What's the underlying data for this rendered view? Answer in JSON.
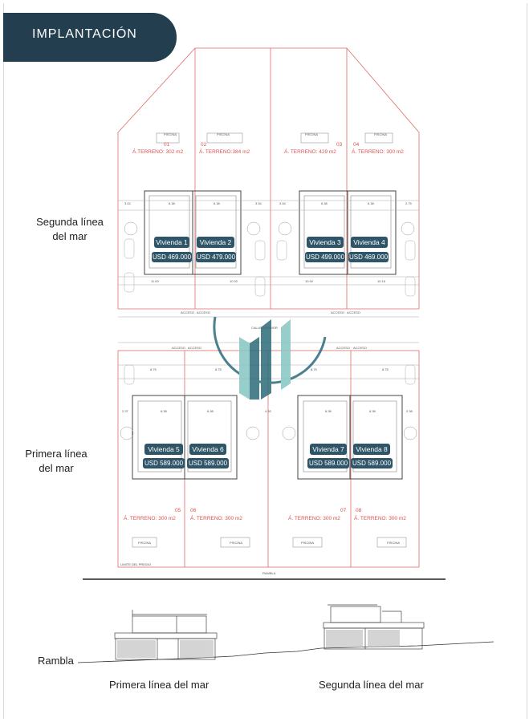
{
  "header": {
    "title": "IMPLANTACIÓN",
    "color": "#223e4f"
  },
  "rows": {
    "second": {
      "label_l1": "Segunda línea",
      "label_l2": "del mar"
    },
    "first": {
      "label_l1": "Primera línea",
      "label_l2": "del mar"
    }
  },
  "houses": [
    {
      "name": "Vivienda 1",
      "price": "USD 469.000",
      "lot_num": "01",
      "area": "Á.TERRENO: 302 m2"
    },
    {
      "name": "Vivienda 2",
      "price": "USD 479.000",
      "lot_num": "02",
      "area": "Á. TERRENO:384 m2"
    },
    {
      "name": "Vivienda 3",
      "price": "USD 499.000",
      "lot_num": "03",
      "area": "Á. TERRENO: 429 m2"
    },
    {
      "name": "Vivienda 4",
      "price": "USD 469.000",
      "lot_num": "04",
      "area": "Á. TERRENO: 300 m2"
    },
    {
      "name": "Vivienda 5",
      "price": "USD 589.000",
      "lot_num": "05",
      "area": "Á. TERRENO: 300 m2"
    },
    {
      "name": "Vivienda 6",
      "price": "USD 589.000",
      "lot_num": "06",
      "area": "Á. TERRENO: 300 m2"
    },
    {
      "name": "Vivienda 7",
      "price": "USD 589.000",
      "lot_num": "07",
      "area": "Á. TERRENO: 300 m2"
    },
    {
      "name": "Vivienda 8",
      "price": "USD 589.000",
      "lot_num": "08",
      "area": "Á. TERRENO: 300 m2"
    }
  ],
  "plan_labels": {
    "piscina": "PISCINA",
    "acceso": "ACCESO",
    "calle": "CALLE INTERIOR",
    "rambla": "RAMBLA",
    "limite": "LIMITE DEL PREDIO"
  },
  "dimensions": {
    "d1": "6.38",
    "d2": "3.02",
    "d3": "3.54",
    "d4": "2.75",
    "d5": "11.00",
    "d6": "10.92",
    "d7": "10.16",
    "d8": "8.75",
    "d9": "2.37",
    "d10": "2.38",
    "d11": "4.92"
  },
  "elevation": {
    "rambla": "Rambla",
    "first_caption": "Primera línea del mar",
    "second_caption": "Segunda línea del mar"
  },
  "colors": {
    "plan_red": "#d9534f",
    "badge": "#2f5568",
    "logo": "#2c6a7a"
  }
}
